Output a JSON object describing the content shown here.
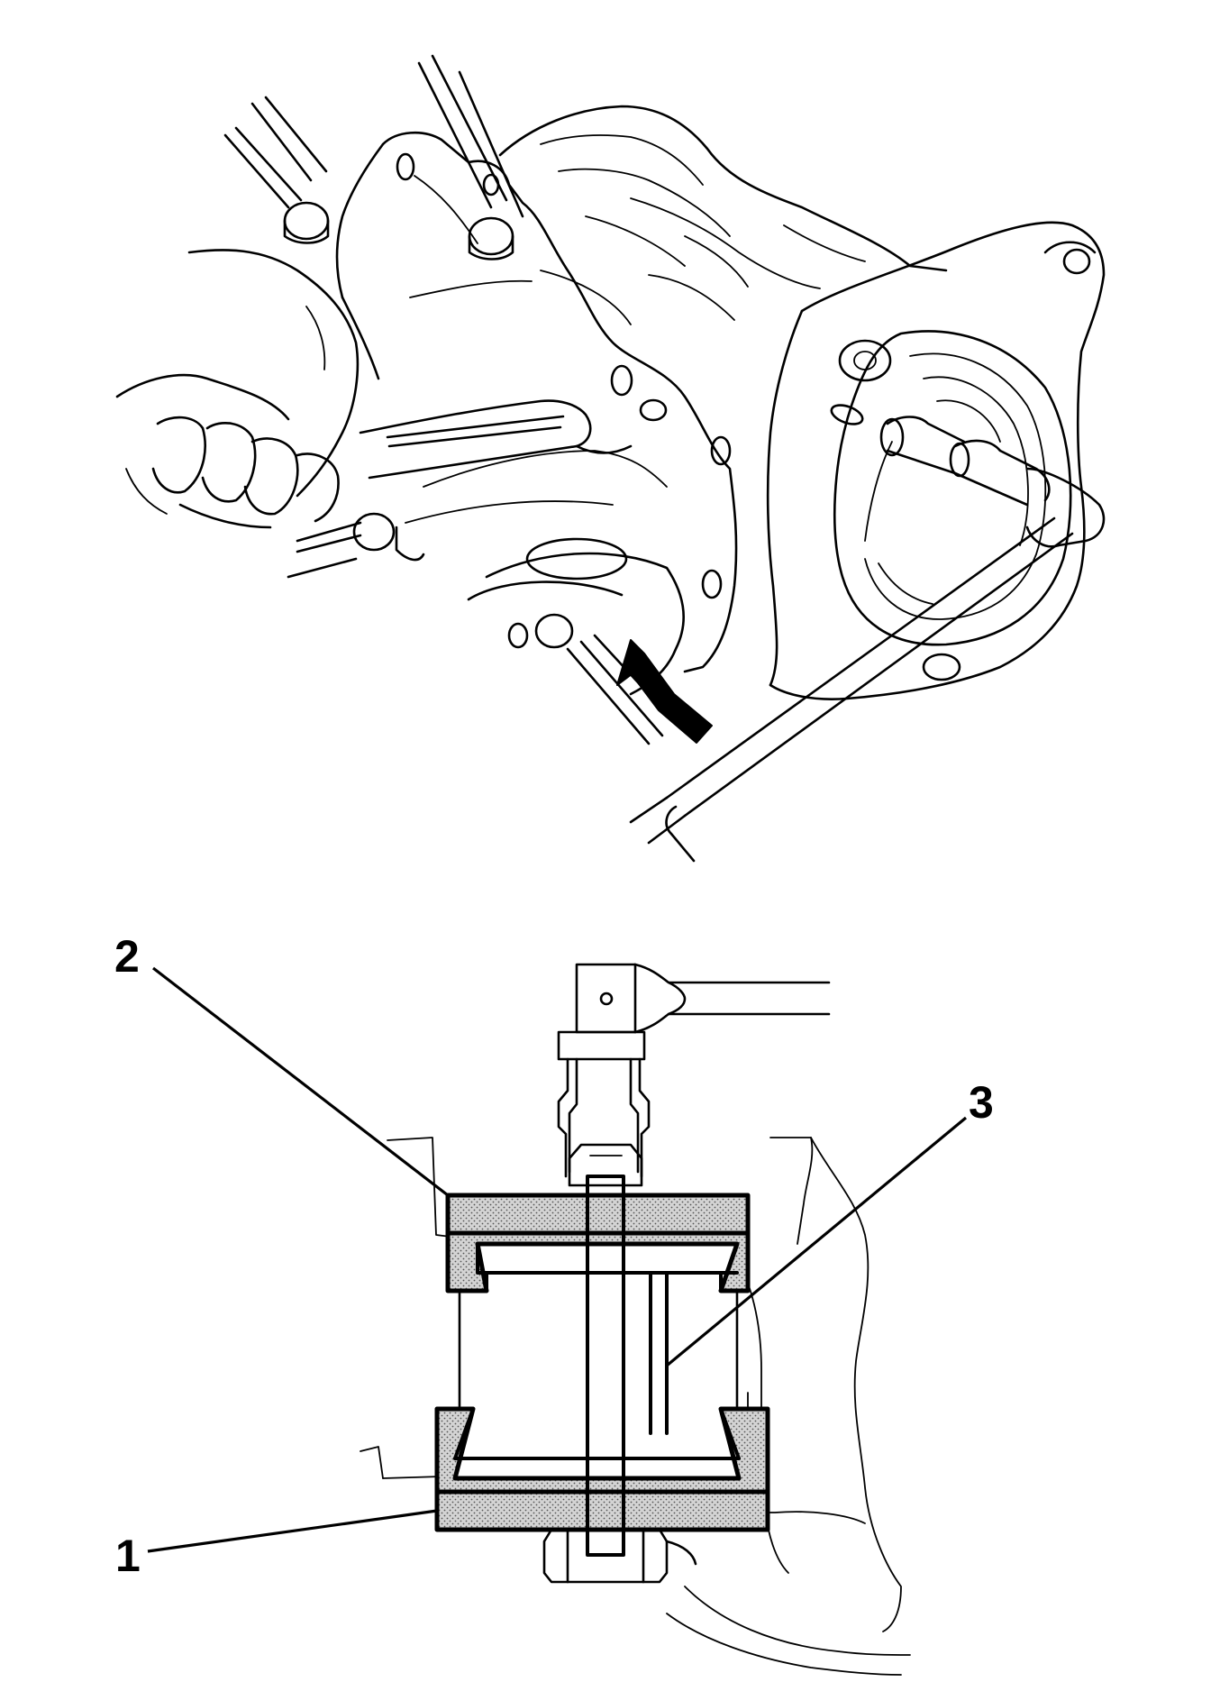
{
  "colors": {
    "line": "#000000",
    "stipple": "#c9c9c9",
    "background": "#ffffff"
  },
  "lower_view": {
    "callouts": [
      {
        "id": "1",
        "label": "1"
      },
      {
        "id": "2",
        "label": "2"
      },
      {
        "id": "3",
        "label": "3"
      }
    ]
  },
  "upper_view": {
    "direction_arrow_icon": "arrow-up-right-icon"
  }
}
